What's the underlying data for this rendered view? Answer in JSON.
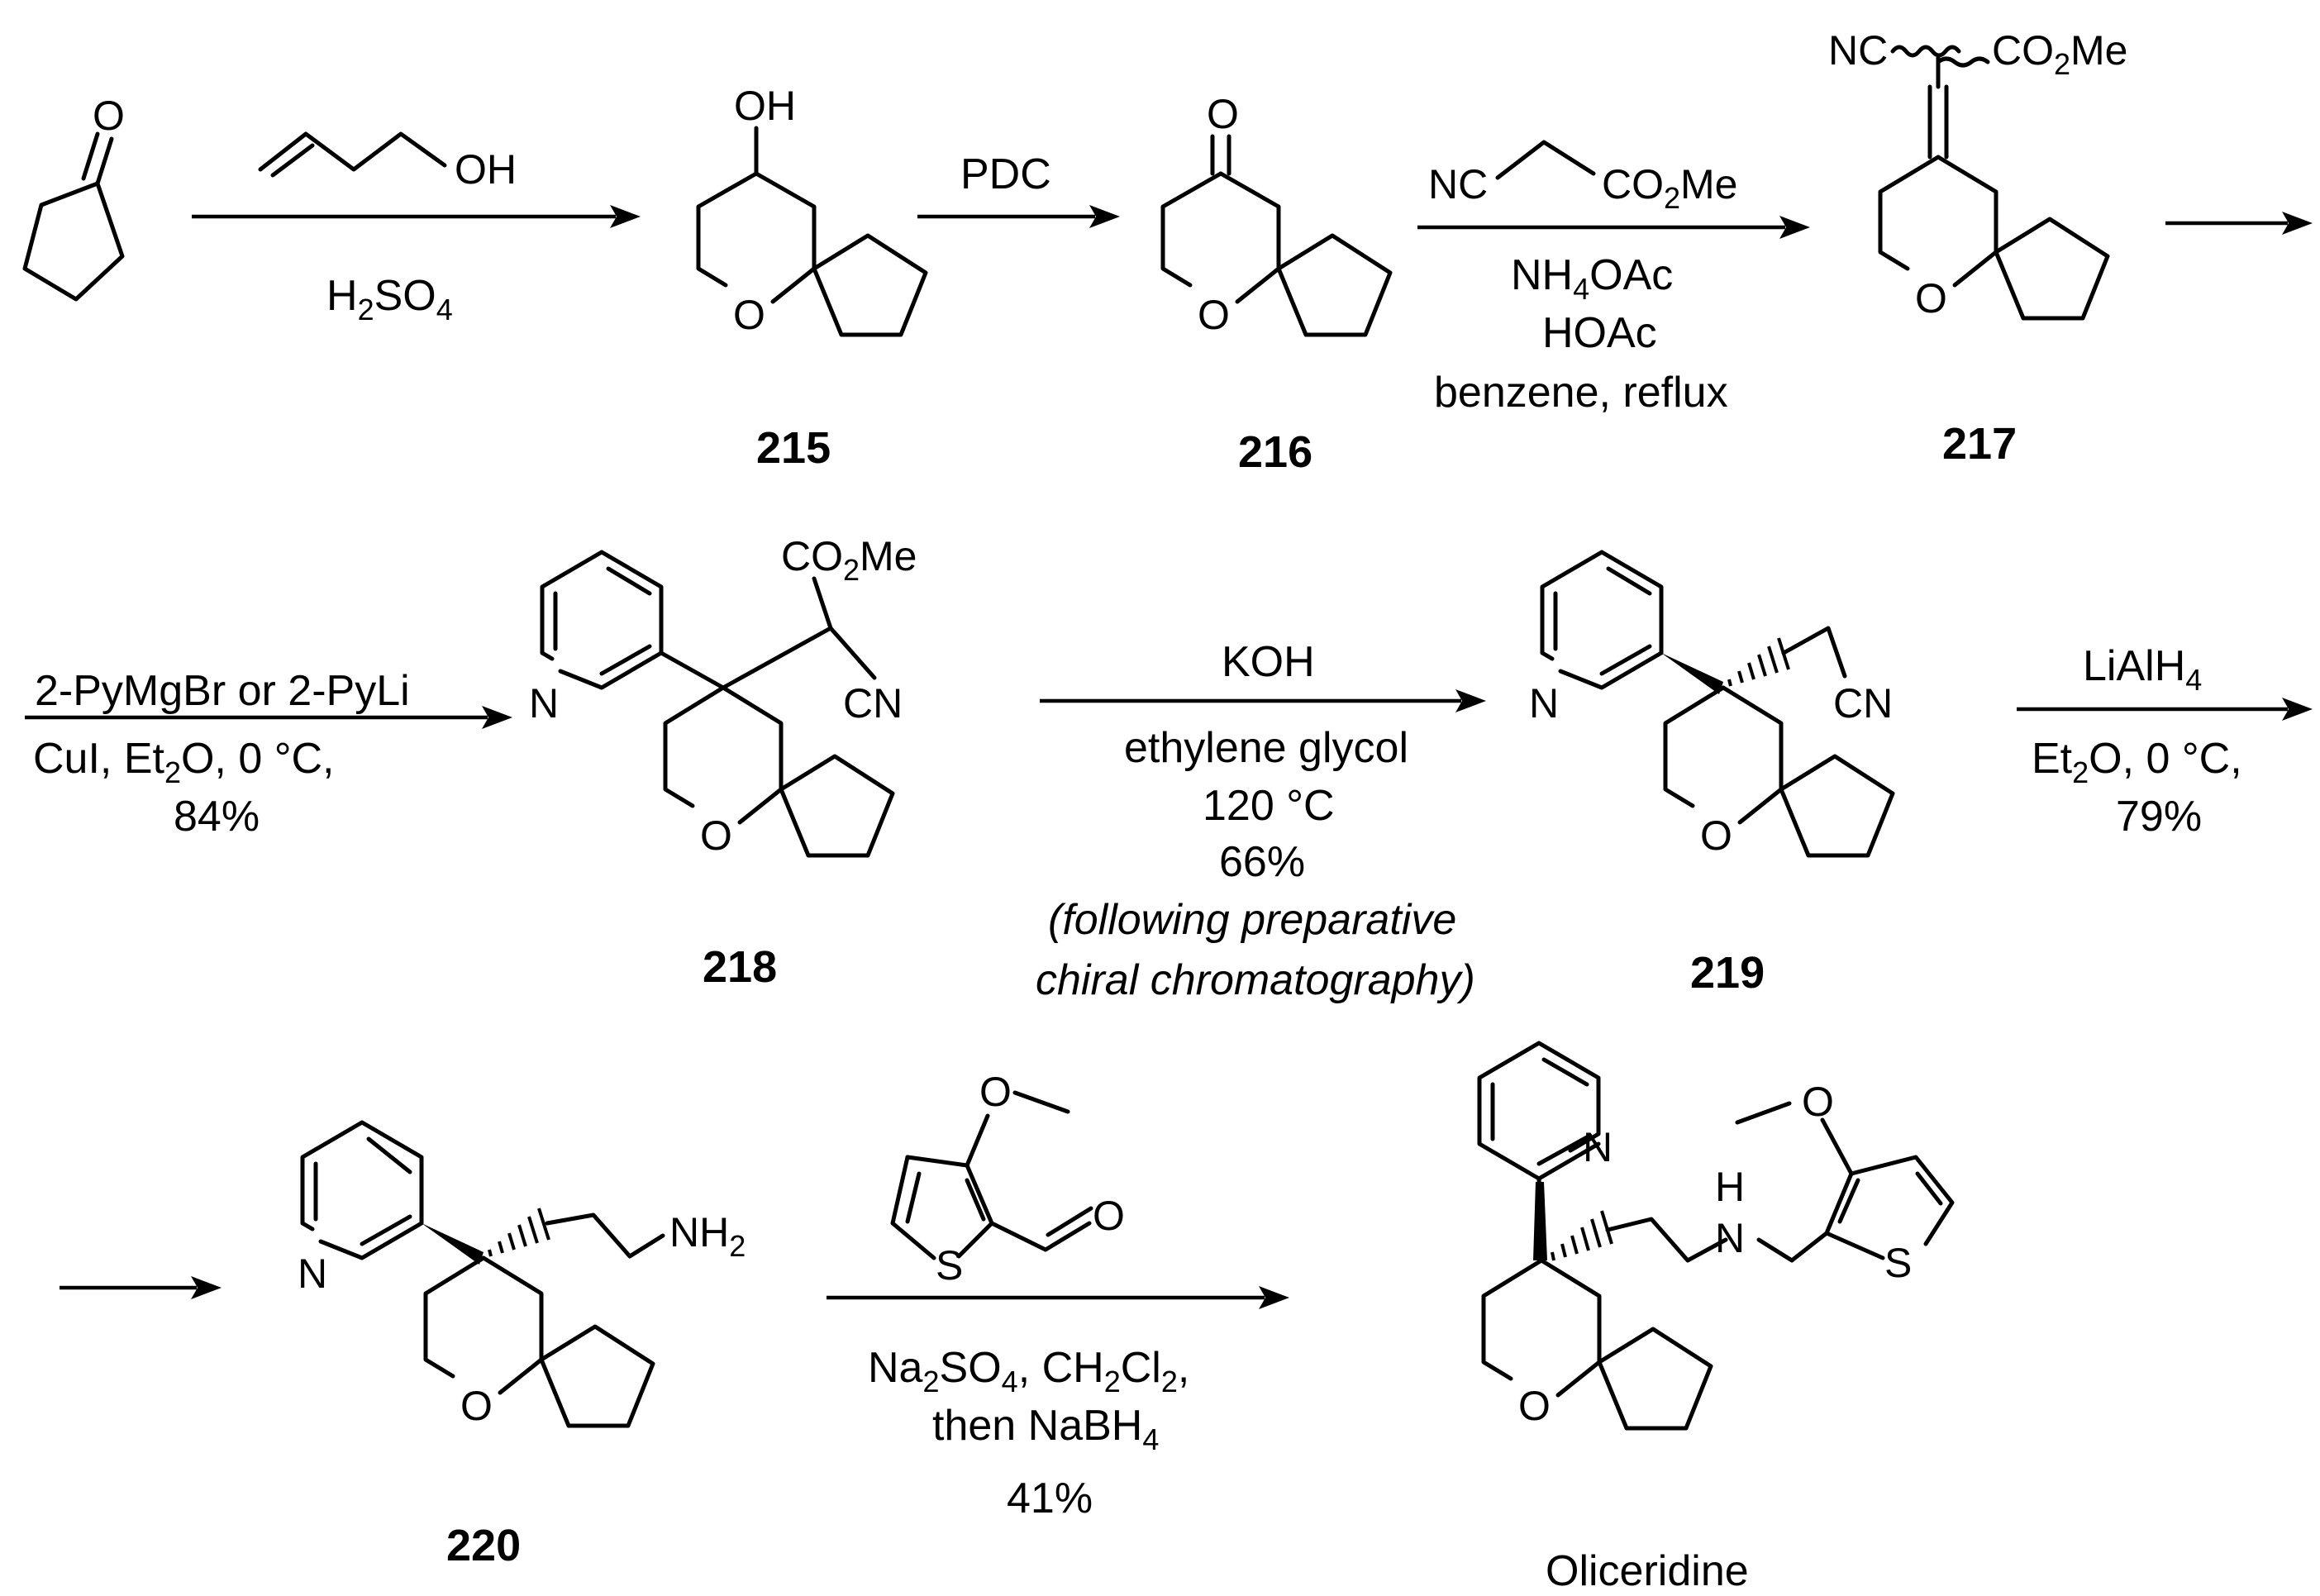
{
  "atoms": {
    "o": "O",
    "oh": "OH",
    "ring_o": "O",
    "n": "N",
    "s": "S",
    "h": "H",
    "nc": "NC",
    "cn": "CN",
    "co2me": [
      "CO",
      "2",
      "Me"
    ],
    "nh2": [
      "NH",
      "2"
    ]
  },
  "compounds": {
    "c215": "215",
    "c216": "216",
    "c217": "217",
    "c218": "218",
    "c219": "219",
    "c220": "220",
    "final": "Oliceridine"
  },
  "steps": {
    "s1_below": [
      "H",
      "2",
      "SO",
      "4"
    ],
    "s2_above": "PDC",
    "s3_below_1": [
      "NH",
      "4",
      "OAc"
    ],
    "s3_below_2": "HOAc",
    "s3_below_3": "benzene, reflux",
    "s5_above": "2-PyMgBr or 2-PyLi",
    "s5_below_1": [
      "CuI, Et",
      "2",
      "O, 0 °C,"
    ],
    "s5_below_2": "84%",
    "s6_above": "KOH",
    "s6_below_1": "ethylene glycol",
    "s6_below_2": "120 °C",
    "s6_below_3": "66%",
    "s6_below_4": "(following preparative",
    "s6_below_5": "chiral chromatography)",
    "s7_above": [
      "LiAlH",
      "4"
    ],
    "s7_below_1": [
      "Et",
      "2",
      "O, 0 °C,"
    ],
    "s7_below_2": "79%",
    "s8_below_1": [
      "Na",
      "2",
      "SO",
      "4",
      ", CH",
      "2",
      "Cl",
      "2",
      ","
    ],
    "s8_below_2": [
      "then NaBH",
      "4"
    ],
    "s8_below_3": "41%"
  },
  "reagents": {
    "methoxy_o": "O"
  }
}
